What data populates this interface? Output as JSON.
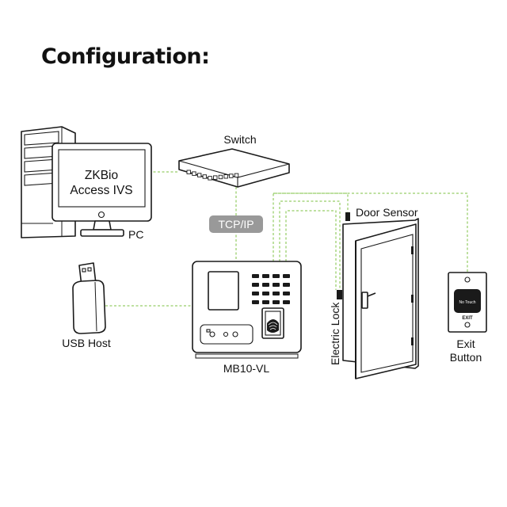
{
  "title": "Configuration:",
  "pc": {
    "screen_line1": "ZKBio",
    "screen_line2": "Access IVS",
    "label": "PC"
  },
  "switch": {
    "label": "Switch"
  },
  "network": {
    "badge": "TCP/IP"
  },
  "usb": {
    "label": "USB Host"
  },
  "terminal": {
    "label": "MB10-VL"
  },
  "door_sensor": {
    "label": "Door Sensor"
  },
  "electric_lock": {
    "label": "Electric Lock"
  },
  "exit_button": {
    "line1": "Exit",
    "line2": "Button",
    "face_text": "No Touch",
    "plate_text": "EXIT"
  },
  "colors": {
    "connector": "#7cc242",
    "badge": "#999999",
    "outline": "#1a1a1a"
  }
}
